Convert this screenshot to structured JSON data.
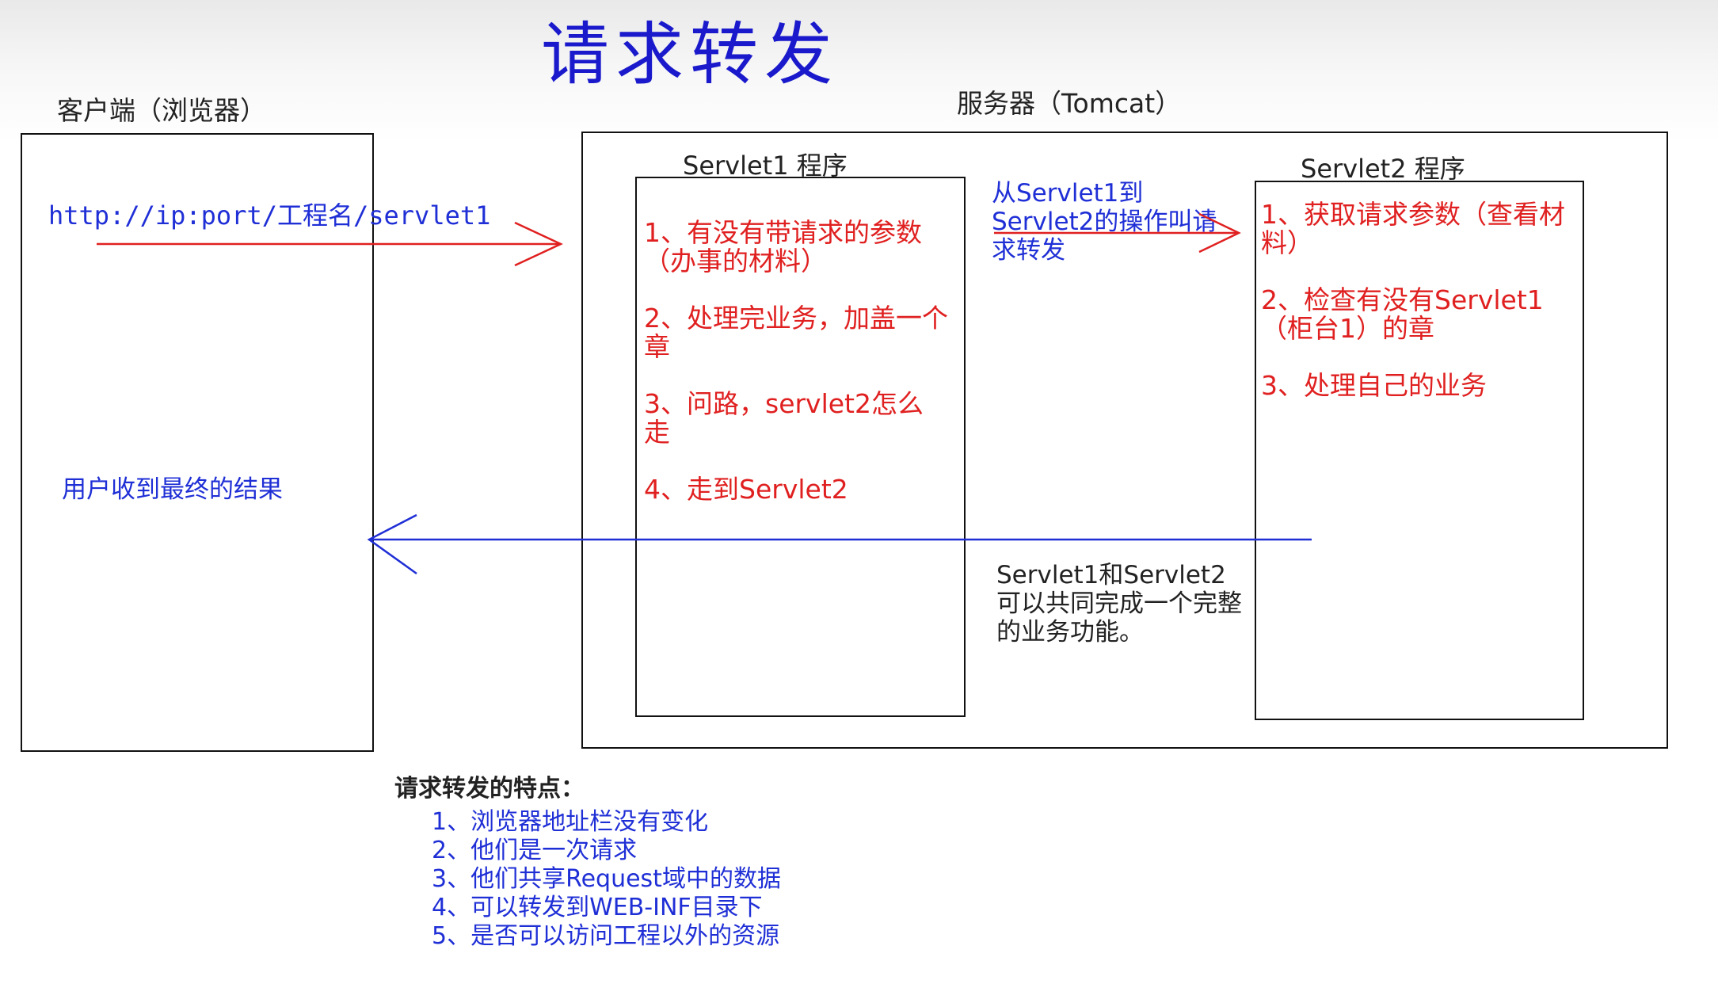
{
  "title": "请求转发",
  "client": {
    "heading": "客户端（浏览器）",
    "url": "http://ip:port/工程名/servlet1",
    "result": "用户收到最终的结果"
  },
  "server": {
    "heading": "服务器（Tomcat）",
    "servlet1": {
      "title": "Servlet1 程序",
      "steps": [
        "1、有没有带请求的参数（办事的材料）",
        "2、处理完业务，加盖一个章",
        "3、问路，servlet2怎么走",
        "4、走到Servlet2"
      ]
    },
    "forward_note": "从Servlet1到Servlet2的操作叫请求转发",
    "servlet2": {
      "title": "Servlet2 程序",
      "steps": [
        "1、获取请求参数（查看材料）",
        "2、检查有没有Servlet1（柜台1）的章",
        "3、处理自己的业务"
      ]
    },
    "shared_note": "Servlet1和Servlet2可以共同完成一个完整的业务功能。"
  },
  "features": {
    "title": "请求转发的特点：",
    "items": [
      "1、浏览器地址栏没有变化",
      "2、他们是一次请求",
      "3、他们共享Request域中的数据",
      "4、可以转发到WEB-INF目录下",
      "5、是否可以访问工程以外的资源"
    ]
  },
  "colors": {
    "title": "#1a1acc",
    "blue_text": "#1f2fd6",
    "red_text": "#e02020",
    "request_arrow": "#e02020",
    "response_arrow": "#1f2fd6"
  }
}
